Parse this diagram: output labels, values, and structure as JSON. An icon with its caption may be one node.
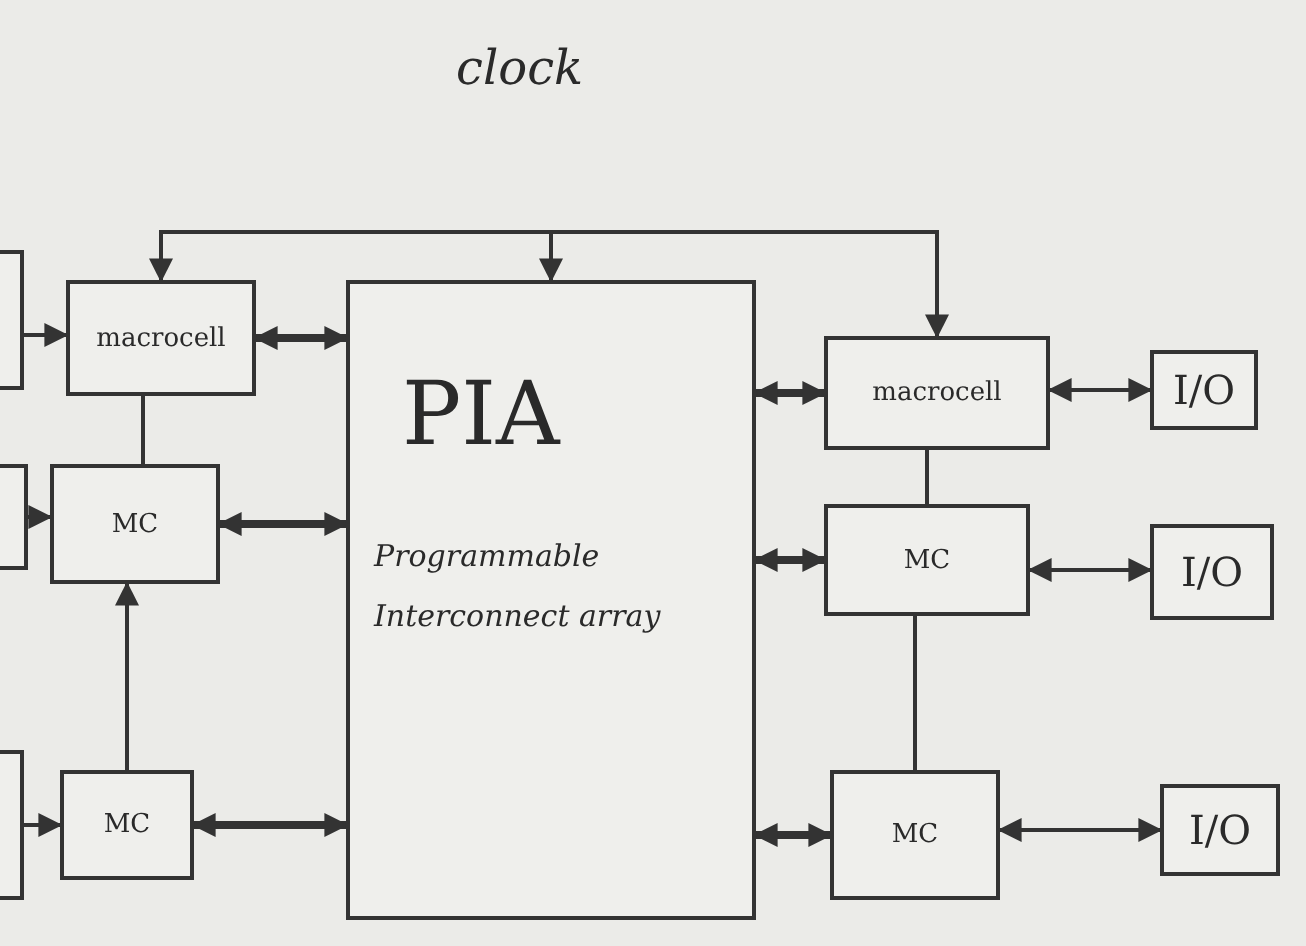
{
  "diagram": {
    "nodes": [
      {
        "text": [
          "macrocell"
        ]
      },
      {
        "text": [
          "MC"
        ]
      },
      {
        "text": [
          "MC"
        ]
      },
      {
        "text": [
          "PIA",
          "Programmable Interconnect array"
        ]
      },
      {
        "text": [
          "macrocell"
        ]
      },
      {
        "text": [
          "MC"
        ]
      },
      {
        "text": [
          "MC"
        ]
      },
      {
        "text": [
          "I/O"
        ]
      },
      {
        "text": [
          "I/O"
        ]
      },
      {
        "text": [
          "I/O"
        ]
      },
      {
        "text": [],
        "shape": "box"
      },
      {
        "text": [],
        "shape": "box"
      },
      {
        "text": [],
        "shape": "box"
      }
    ],
    "edges": [
      {
        "from": null,
        "to": 0,
        "arrow": "to"
      },
      {
        "from": null,
        "to": 3,
        "arrow": "to"
      },
      {
        "from": null,
        "to": 4,
        "arrow": "to"
      },
      {
        "from": 0,
        "to": 3,
        "arrow": "both",
        "style": "thick"
      },
      {
        "from": 1,
        "to": 3,
        "arrow": "both",
        "style": "thick"
      },
      {
        "from": 2,
        "to": 3,
        "arrow": "both",
        "style": "thick"
      },
      {
        "from": 3,
        "to": 4,
        "arrow": "both",
        "style": "thick"
      },
      {
        "from": 3,
        "to": 5,
        "arrow": "both",
        "style": "thick"
      },
      {
        "from": 3,
        "to": 6,
        "arrow": "both",
        "style": "thick"
      },
      {
        "from": 0,
        "to": 1,
        "arrow": "none"
      },
      {
        "from": 2,
        "to": 1,
        "arrow": "to"
      },
      {
        "from": 4,
        "to": 5,
        "arrow": "none"
      },
      {
        "from": 5,
        "to": 6,
        "arrow": "none"
      },
      {
        "from": 4,
        "to": 7,
        "arrow": "both"
      },
      {
        "from": 5,
        "to": 8,
        "arrow": "both"
      },
      {
        "from": 6,
        "to": 9,
        "arrow": "both"
      },
      {
        "from": 10,
        "to": 0,
        "arrow": "to"
      },
      {
        "from": 11,
        "to": 1,
        "arrow": "to"
      },
      {
        "from": 12,
        "to": 2,
        "arrow": "to"
      }
    ],
    "labels": [
      "clock"
    ]
  }
}
